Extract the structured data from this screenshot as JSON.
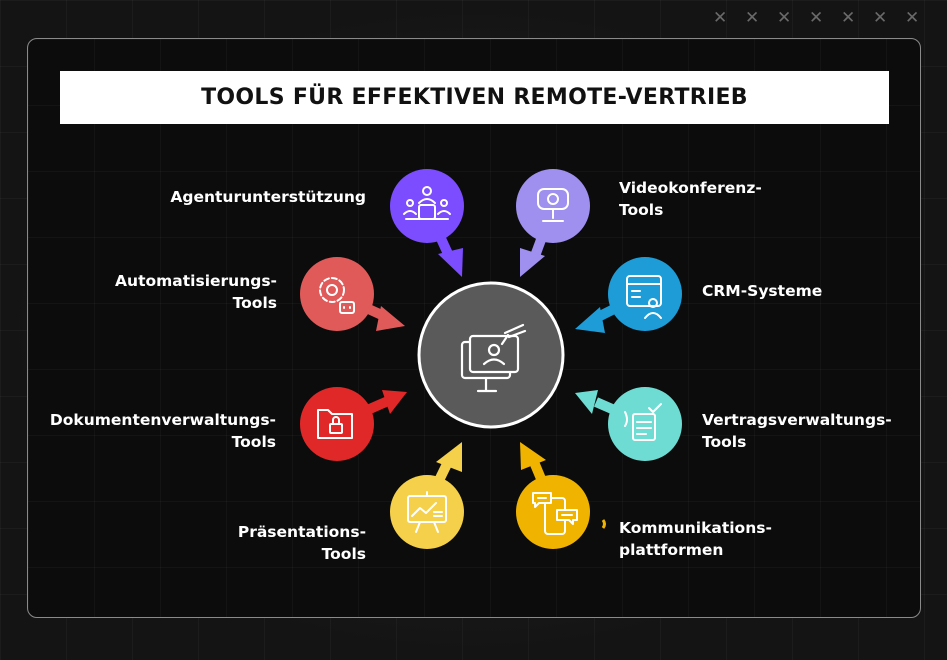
{
  "title": "TOOLS FÜR EFFEKTIVEN REMOTE-VERTRIEB",
  "center": {
    "icon": "presentation-user-monitor-icon",
    "color": "#5a5a5a"
  },
  "nodes": [
    {
      "id": "agentur",
      "label": "Agenturunterstützung",
      "color": "#7c4dff",
      "icon": "team-meeting-icon"
    },
    {
      "id": "video",
      "label": "Videokonferenz-\nTools",
      "color": "#9f8fef",
      "icon": "webcam-icon"
    },
    {
      "id": "automatisierung",
      "label": "Automatisierungs-\nTools",
      "color": "#e05a5a",
      "icon": "gear-robot-icon"
    },
    {
      "id": "crm",
      "label": "CRM-Systeme",
      "color": "#1e9cd7",
      "icon": "contact-window-icon"
    },
    {
      "id": "dokumente",
      "label": "Dokumentenverwaltungs-\nTools",
      "color": "#e02828",
      "icon": "locked-folder-icon"
    },
    {
      "id": "vertrag",
      "label": "Vertragsverwaltungs-\nTools",
      "color": "#6fdcd4",
      "icon": "contract-sign-icon"
    },
    {
      "id": "praesentation",
      "label": "Präsentations-\nTools",
      "color": "#f5d04a",
      "icon": "presentation-board-icon"
    },
    {
      "id": "kommunikation",
      "label": "Kommunikations-\nplattformen",
      "color": "#f0b400",
      "icon": "chat-phone-icon"
    }
  ]
}
